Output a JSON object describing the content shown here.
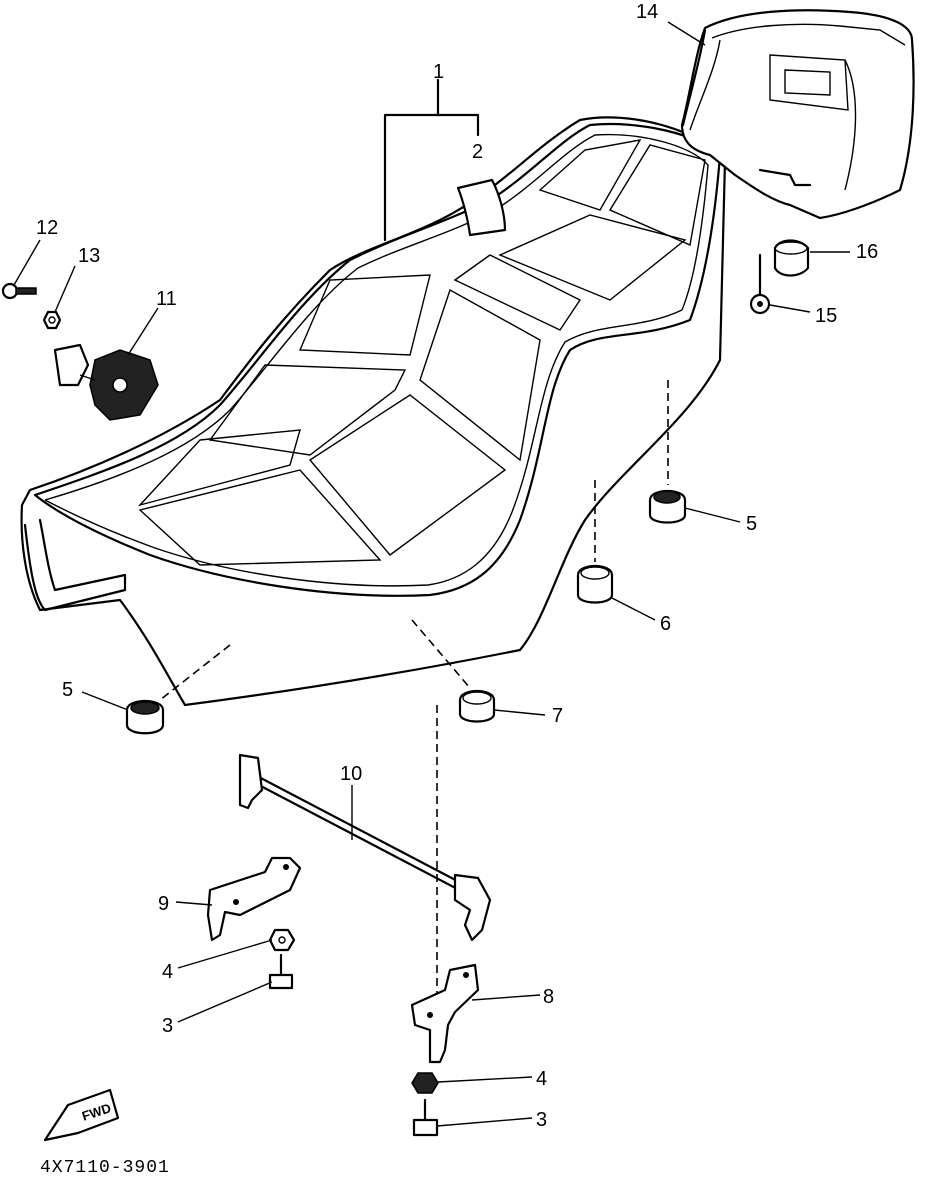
{
  "callouts": {
    "c1": "1",
    "c2": "2",
    "c3a": "3",
    "c3b": "3",
    "c4a": "4",
    "c4b": "4",
    "c5a": "5",
    "c5b": "5",
    "c6": "6",
    "c7": "7",
    "c8": "8",
    "c9": "9",
    "c10": "10",
    "c11": "11",
    "c12": "12",
    "c13": "13",
    "c14": "14",
    "c15": "15",
    "c16": "16"
  },
  "forward_label": "FWD",
  "drawing_code": "4X7110-3901"
}
